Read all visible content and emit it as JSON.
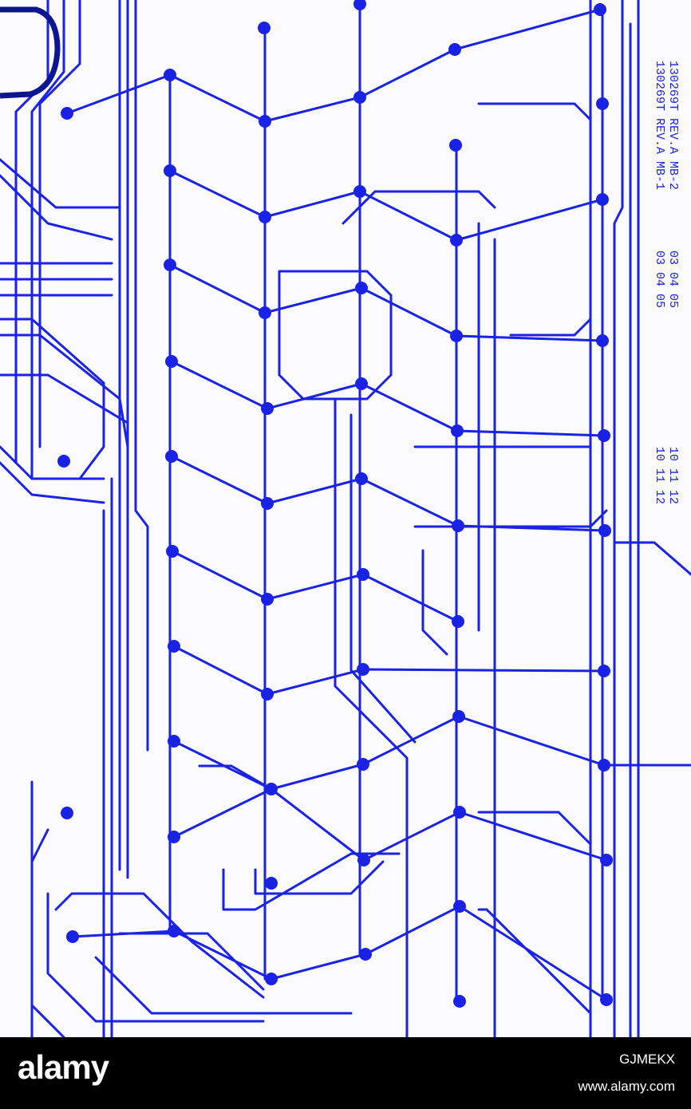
{
  "board": {
    "part_line_1": "130269T REV.A MB-2",
    "part_line_2": "130269T REV.A MB-1",
    "date_line_1": "03 04 05",
    "date_line_2": "03 04 05",
    "nums_line_1": "10 11 12",
    "nums_line_2": "10 11 12"
  },
  "stock": {
    "logo": "alamy",
    "image_id": "GJMEKX",
    "url": "www.alamy.com"
  },
  "colors": {
    "trace": "#1a22e6",
    "background": "#fbfbfe",
    "bar": "#000000"
  }
}
